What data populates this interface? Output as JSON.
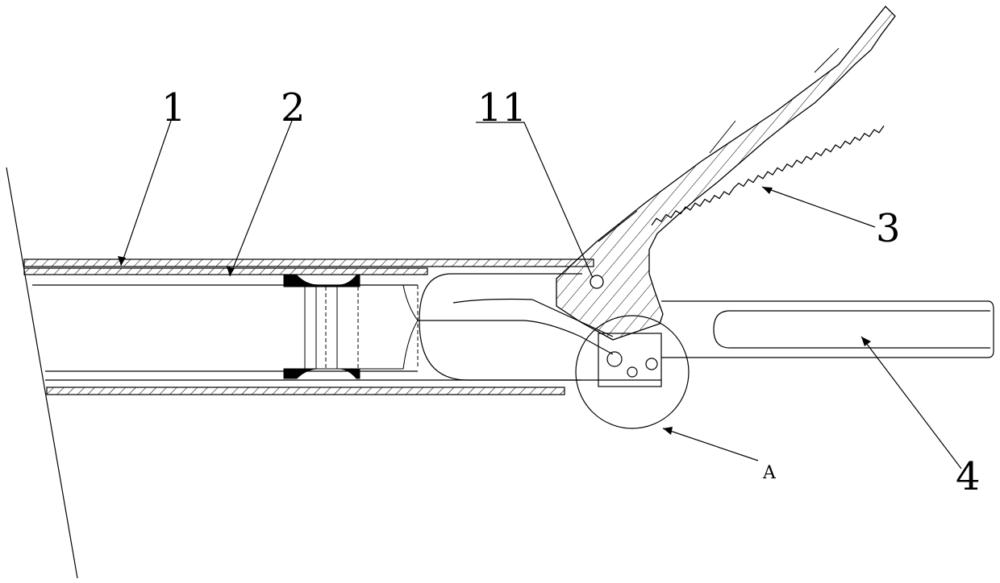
{
  "labels": {
    "part_1": "1",
    "part_2": "2",
    "part_3": "3",
    "part_4": "4",
    "part_11": "11",
    "detail_a": "A"
  },
  "colors": {
    "line": "#000000",
    "background": "#ffffff"
  }
}
